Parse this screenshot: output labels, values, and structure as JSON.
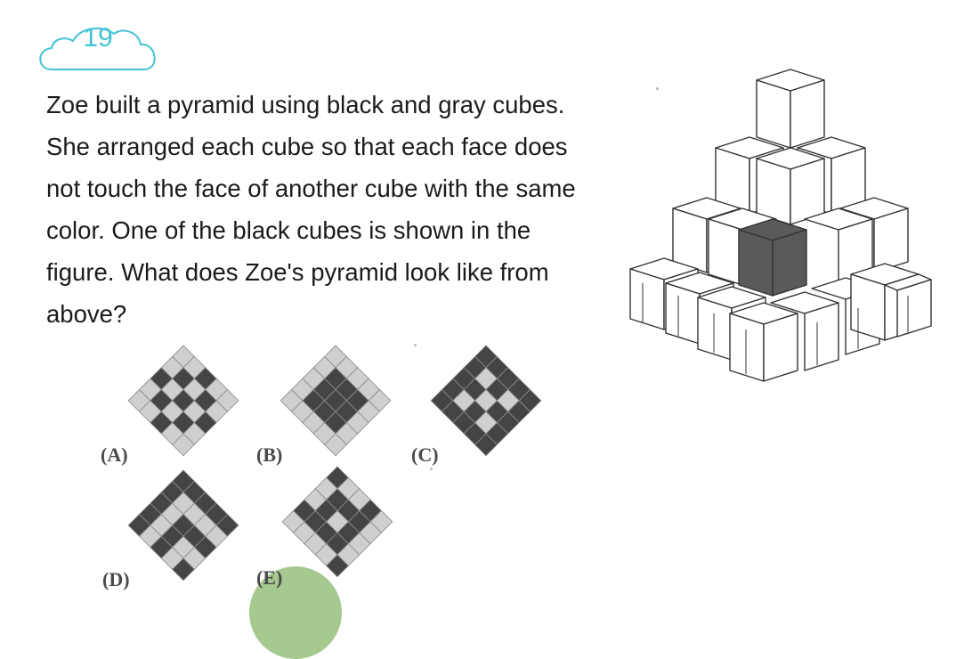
{
  "question": {
    "number": "19",
    "lines": [
      "Zoe built a pyramid using black and gray cubes.",
      "She arranged each cube so that each face does",
      "not touch the face of another cube with the same",
      "color. One of the black cubes is shown in the",
      "figure. What does Zoe's pyramid look like from",
      "above?"
    ]
  },
  "options": [
    {
      "label": "(A)",
      "grid": [
        [
          "G",
          "G",
          "B",
          "G",
          "G"
        ],
        [
          "G",
          "B",
          "G",
          "B",
          "G"
        ],
        [
          "B",
          "G",
          "B",
          "G",
          "B"
        ],
        [
          "G",
          "B",
          "G",
          "B",
          "G"
        ],
        [
          "G",
          "G",
          "B",
          "G",
          "G"
        ]
      ]
    },
    {
      "label": "(B)",
      "grid": [
        [
          "G",
          "G",
          "G",
          "G",
          "G"
        ],
        [
          "G",
          "B",
          "B",
          "B",
          "G"
        ],
        [
          "G",
          "B",
          "B",
          "B",
          "G"
        ],
        [
          "G",
          "B",
          "B",
          "B",
          "G"
        ],
        [
          "G",
          "G",
          "G",
          "G",
          "G"
        ]
      ]
    },
    {
      "label": "(C)",
      "grid": [
        [
          "B",
          "B",
          "B",
          "B",
          "B"
        ],
        [
          "B",
          "G",
          "B",
          "G",
          "B"
        ],
        [
          "B",
          "B",
          "G",
          "B",
          "B"
        ],
        [
          "B",
          "G",
          "B",
          "G",
          "B"
        ],
        [
          "B",
          "B",
          "B",
          "B",
          "B"
        ]
      ]
    },
    {
      "label": "(D)",
      "grid": [
        [
          "B",
          "B",
          "B",
          "B",
          "B"
        ],
        [
          "B",
          "G",
          "G",
          "G",
          "G"
        ],
        [
          "B",
          "G",
          "B",
          "B",
          "B"
        ],
        [
          "B",
          "G",
          "B",
          "G",
          "G"
        ],
        [
          "B",
          "G",
          "B",
          "G",
          "B"
        ]
      ]
    },
    {
      "label": "(E)",
      "grid": [
        [
          "B",
          "G",
          "G",
          "B",
          "G"
        ],
        [
          "G",
          "B",
          "B",
          "B",
          "G"
        ],
        [
          "G",
          "B",
          "G",
          "B",
          "G"
        ],
        [
          "B",
          "B",
          "B",
          "B",
          "G"
        ],
        [
          "G",
          "G",
          "G",
          "G",
          "B"
        ]
      ]
    }
  ],
  "colors": {
    "accent": "#42c3d6",
    "black_cube": "#444444",
    "gray_cube": "#cfcfcf",
    "tile_border": "#8c8c8c"
  }
}
